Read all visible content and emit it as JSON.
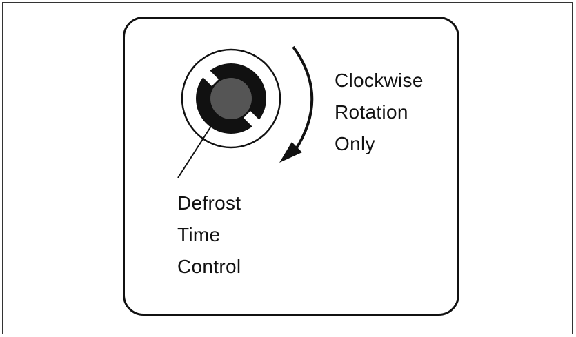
{
  "diagram": {
    "rotation_label": {
      "line1": "Clockwise",
      "line2": "Rotation",
      "line3": "Only"
    },
    "control_label": {
      "line1": "Defrost",
      "line2": "Time",
      "line3": "Control"
    }
  },
  "colors": {
    "outline": "#111111",
    "knob_center": "#555555",
    "background": "#ffffff"
  }
}
